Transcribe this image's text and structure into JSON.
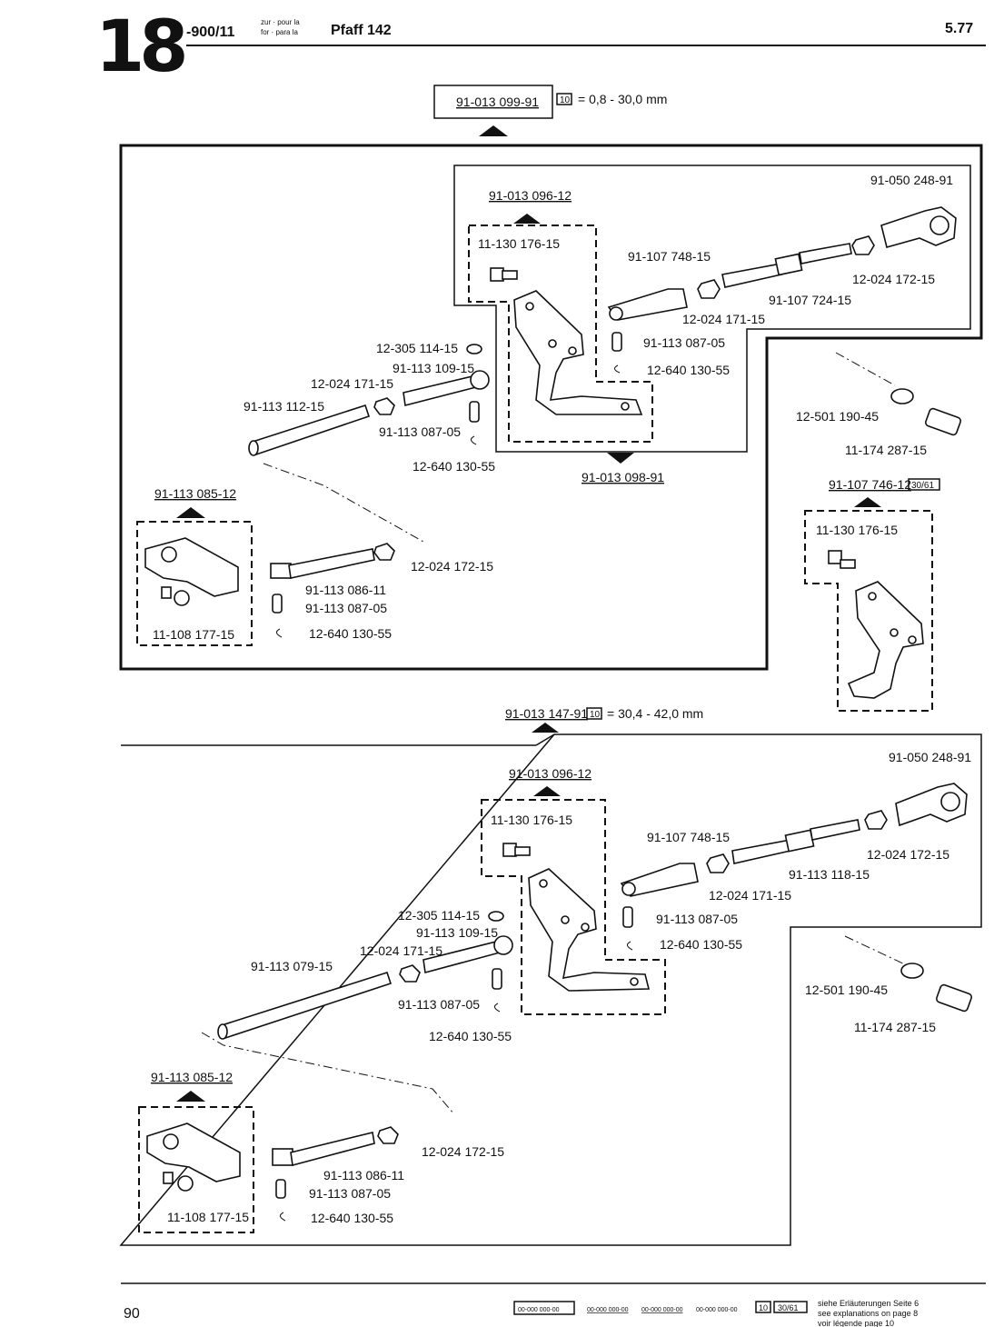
{
  "header": {
    "chapter": "18",
    "model_code": "-900/11",
    "zur_line1": "zur · pour la",
    "zur_line2": "for · para la",
    "machine": "Pfaff 142",
    "date": "5.77"
  },
  "top_assembly": {
    "main_number": "91-013 099-91",
    "range_icon": "10",
    "range": "= 0,8 - 30,0 mm",
    "sub_upper": "91-013 096-12",
    "sub_lower": "91-013 098-91",
    "sub_left": "91-113 085-12",
    "sub_right": "91-107 746-12",
    "sub_right_badge": "30/61",
    "labels": {
      "p_050_248": "91-050 248-91",
      "p_130_176": "11-130 176-15",
      "p_107_748": "91-107 748-15",
      "p_024_172_a": "12-024 172-15",
      "p_107_724": "91-107 724-15",
      "p_024_171_a": "12-024 171-15",
      "p_305_114": "12-305 114-15",
      "p_113_109": "91-113 109-15",
      "p_113_087_a": "91-113 087-05",
      "p_640_130_a": "12-640 130-55",
      "p_024_171_b": "12-024 171-15",
      "p_113_112": "91-113 112-15",
      "p_113_087_b": "91-113 087-05",
      "p_640_130_b": "12-640 130-55",
      "p_501_190": "12-501 190-45",
      "p_174_287": "11-174 287-15",
      "p_024_172_b": "12-024 172-15",
      "p_113_086": "91-113 086-11",
      "p_113_087_c": "91-113 087-05",
      "p_108_177": "11-108 177-15",
      "p_640_130_c": "12-640 130-55",
      "p_130_176_b": "11-130 176-15"
    }
  },
  "bottom_assembly": {
    "main_number": "91-013 147-91",
    "range_icon": "10",
    "range": "= 30,4 - 42,0 mm",
    "sub_upper": "91-013 096-12",
    "sub_left": "91-113 085-12",
    "labels": {
      "p_050_248": "91-050 248-91",
      "p_130_176": "11-130 176-15",
      "p_107_748": "91-107 748-15",
      "p_024_172_a": "12-024 172-15",
      "p_024_171_a": "12-024 171-15",
      "p_113_118": "91-113 118-15",
      "p_305_114": "12-305 114-15",
      "p_113_109": "91-113 109-15",
      "p_024_171_b": "12-024 171-15",
      "p_113_087_a": "91-113 087-05",
      "p_640_130_a": "12-640 130-55",
      "p_113_079": "91-113 079-15",
      "p_113_087_b": "91-113 087-05",
      "p_640_130_b": "12-640 130-55",
      "p_501_190": "12-501 190-45",
      "p_174_287": "11-174 287-15",
      "p_024_172_b": "12-024 172-15",
      "p_113_086": "91-113 086-11",
      "p_113_087_c": "91-113 087-05",
      "p_108_177": "11-108 177-15",
      "p_640_130_c": "12-640 130-55"
    }
  },
  "footer": {
    "page": "90",
    "legend_boxed": "00-000 000-00",
    "legend_under1": "00-000 000-00",
    "legend_under2": "00-000 000-00",
    "legend_plain": "00-000 000-00",
    "legend_icon": "10",
    "legend_badge": "30/61",
    "note_de": "siehe Erläuterungen Seite 6",
    "note_en": "see explanations on page 8",
    "note_fr": "voir légende page 10"
  }
}
